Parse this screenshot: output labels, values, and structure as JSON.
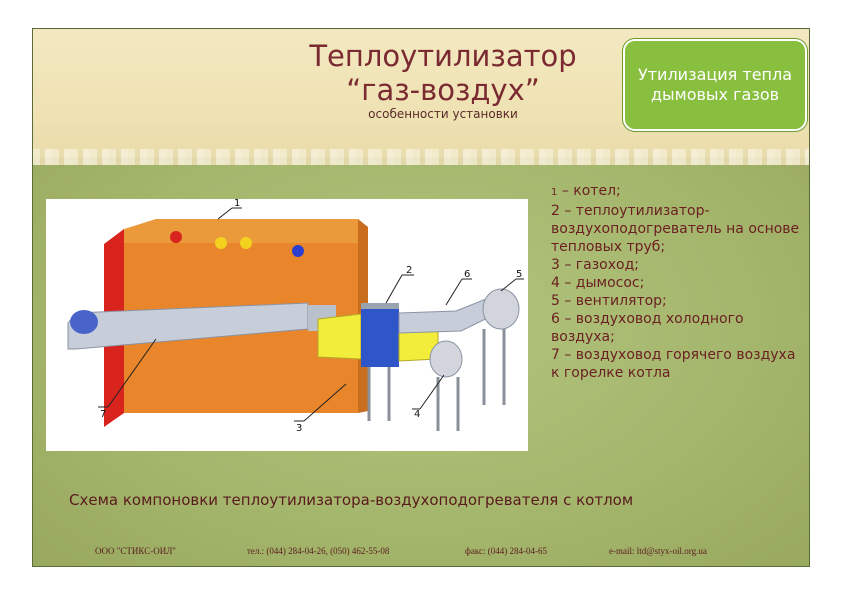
{
  "header": {
    "title_line1": "Теплоутилизатор",
    "title_line2": "“газ-воздух”",
    "subtitle": "особенности установки"
  },
  "badge": {
    "text": "Утилизация тепла дымовых газов"
  },
  "diagram": {
    "labels": [
      "1",
      "2",
      "3",
      "4",
      "5",
      "6",
      "7"
    ]
  },
  "legend": {
    "item1_num": "1",
    "item1_text": " – котел;",
    "items": [
      "2 – теплоутилизатор-воздухоподогреватель на основе тепловых труб;",
      "3 – газоход;",
      "4 – дымосос;",
      "5 – вентилятор;",
      "6 – воздуховод холодного воздуха;",
      "7 – воздуховод горячего воздуха к горелке котла"
    ]
  },
  "caption": "Схема компоновки теплоутилизатора-воздухоподогревателя с котлом",
  "footer": {
    "company": "ООО \"СТИКС-ОИЛ\"",
    "phone": "тел.: (044)  284-04-26, (050) 462-55-08",
    "fax": "факс: (044) 284-04-65",
    "email": "e-mail: ltd@styx-oil.org.ua"
  },
  "colors": {
    "accent": "#7a2a30",
    "badge": "#88bf3f",
    "boiler": "#e9852a"
  }
}
